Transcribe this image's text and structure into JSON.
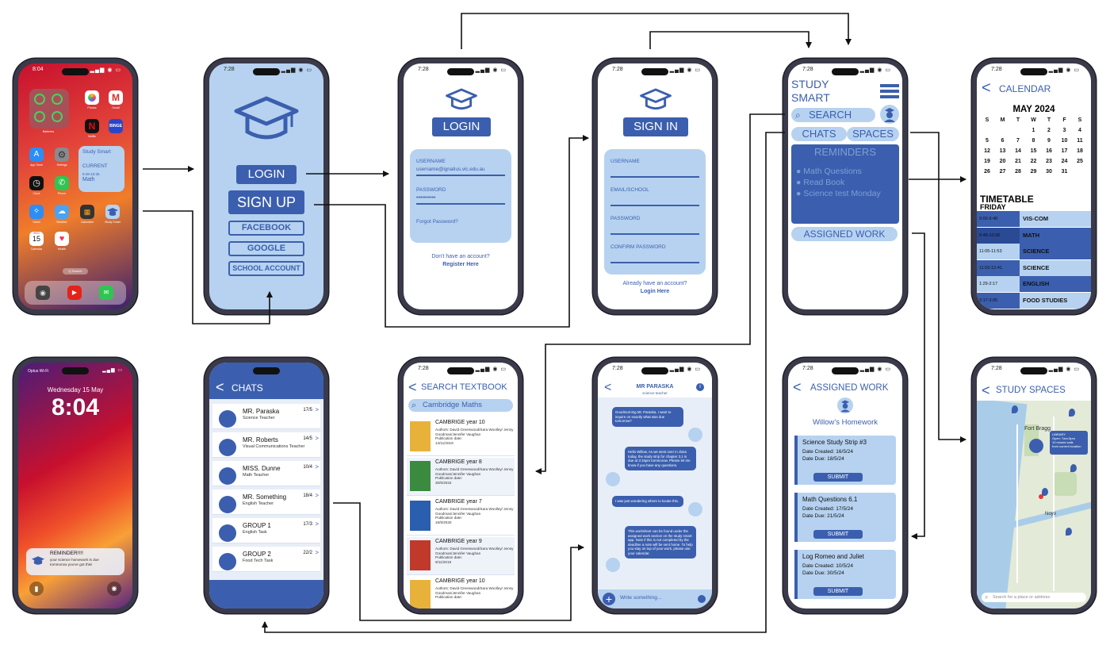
{
  "home": {
    "time": "8:04",
    "widget": {
      "title": "Study Smart",
      "current_label": "CURRENT",
      "current_time": "9:48-10:36",
      "current_subject": "Math"
    },
    "apps": [
      {
        "label": "Batteries",
        "icon": "batteries-icon",
        "color": "#9a4d55"
      },
      {
        "label": "Photos",
        "icon": "photos-icon",
        "color": "#ffffff"
      },
      {
        "label": "Gmail",
        "icon": "gmail-icon",
        "color": "#ffffff"
      },
      {
        "label": "Netflix",
        "icon": "netflix-icon",
        "color": "#111111"
      },
      {
        "label": "BINGE",
        "icon": "binge-icon",
        "color": "#2a46c8"
      },
      {
        "label": "App Store",
        "icon": "app-store-icon",
        "color": "#2b8df5"
      },
      {
        "label": "Settings",
        "icon": "settings-icon",
        "color": "#8a8a8f"
      },
      {
        "label": "Clock",
        "icon": "clock-icon",
        "color": "#111111"
      },
      {
        "label": "Phone",
        "icon": "phone-icon",
        "color": "#2fc552"
      },
      {
        "label": "Safari",
        "icon": "safari-icon",
        "color": "#2b8df5"
      },
      {
        "label": "Weather",
        "icon": "weather-icon",
        "color": "#4aa3f0"
      },
      {
        "label": "Calculator",
        "icon": "calculator-icon",
        "color": "#333333"
      },
      {
        "label": "Study Smart",
        "icon": "study-smart-icon",
        "color": "#b6d2f0"
      },
      {
        "label": "Calendar",
        "icon": "calendar-icon",
        "color": "#ffffff"
      },
      {
        "label": "Health",
        "icon": "health-icon",
        "color": "#ffffff"
      }
    ],
    "calendar_app": {
      "day": "WED",
      "date": "15"
    },
    "search": "Q Search"
  },
  "lock": {
    "carrier": "Optus Wi-Fi",
    "date": "Wednesday 15 May",
    "time": "8:04",
    "notification": {
      "title": "REMINDER!!!!",
      "body": "your science homework is due tommorow you've got this!"
    }
  },
  "welcome": {
    "time": "7:28",
    "login": "LOGIN",
    "signup": "SIGN UP",
    "facebook": "FACEBOOK",
    "google": "GOOGLE",
    "school": "SCHOOL ACCOUNT"
  },
  "login": {
    "time": "7:28",
    "title": "LOGIN",
    "username_label": "USERNAME",
    "username_value": "username@ignatius.vic.edu.au",
    "password_label": "PASSWORD",
    "password_value": "••••••••••",
    "forgot": "Forgot Password?",
    "no_account": "Don't have an account?",
    "register": "Register Here"
  },
  "signin": {
    "time": "7:28",
    "title": "SIGN IN",
    "fields": [
      "USERNAME",
      "EMAIL/SCHOOL",
      "PASSWORD",
      "CONFIRM PASSWORD"
    ],
    "have_account": "Already have an account?",
    "login_here": "Login Here"
  },
  "dashboard": {
    "time": "7:28",
    "title_line1": "STUDY",
    "title_line2": "SMART",
    "search": "SEARCH",
    "chats": "CHATS",
    "spaces": "SPACES",
    "reminders_title": "REMINDERS",
    "reminders": [
      "Math Questions",
      "Read Book",
      "Science test Monday"
    ],
    "assigned_work": "ASSIGNED WORK"
  },
  "calendar": {
    "time": "7:28",
    "header": "CALENDAR",
    "month": "MAY 2024",
    "weekdays": [
      "S",
      "M",
      "T",
      "W",
      "T",
      "F",
      "S"
    ],
    "days": [
      [
        "",
        "",
        "",
        "1",
        "2",
        "3",
        "4"
      ],
      [
        "5",
        "6",
        "7",
        "8",
        "9",
        "10",
        "11"
      ],
      [
        "12",
        "13",
        "14",
        "15",
        "16",
        "17",
        "18"
      ],
      [
        "19",
        "20",
        "21",
        "22",
        "23",
        "24",
        "25"
      ],
      [
        "26",
        "27",
        "28",
        "29",
        "30",
        "31",
        ""
      ]
    ],
    "timetable_title": "TIMETABLE",
    "timetable_day": "FRIDAY",
    "timetable": [
      {
        "time": "9:00-9:48",
        "subject": "VIS-COM"
      },
      {
        "time": "9:48-10:36",
        "subject": "MATH"
      },
      {
        "time": "11:05-11:53",
        "subject": "SCIENCE"
      },
      {
        "time": "11:53-12:41",
        "subject": "SCIENCE"
      },
      {
        "time": "1:29-2:17",
        "subject": "ENGLISH"
      },
      {
        "time": "2:17-3:05",
        "subject": "FOOD STUDIES"
      }
    ]
  },
  "chats": {
    "header": "CHATS",
    "items": [
      {
        "name": "MR. Paraska",
        "role": "Science Teacher",
        "date": "17/5"
      },
      {
        "name": "MR. Roberts",
        "role": "Visual Communications Teacher",
        "date": "14/5"
      },
      {
        "name": "MISS. Dunne",
        "role": "Math Teacher",
        "date": "10/4"
      },
      {
        "name": "MR. Something",
        "role": "English Teacher",
        "date": "18/4"
      },
      {
        "name": "GROUP 1",
        "role": "English Task",
        "date": "17/3"
      },
      {
        "name": "GROUP 2",
        "role": "Food Tech Task",
        "date": "22/2"
      }
    ]
  },
  "textbook": {
    "time": "7:28",
    "header": "SEARCH TEXTBOOK",
    "query": "Cambridge Maths",
    "books": [
      {
        "title": "CAMBRIGE year 10",
        "authors": "Authors: David Greenwood/Sara Woolley/ Jenny Goodman/Jennifer Vaughan",
        "pub_label": "Publication date:",
        "pub": "14/11/2019",
        "color": "#e8b23a"
      },
      {
        "title": "CAMBRIGE year 8",
        "authors": "Authors: David Greenwood/Sara Woolley/ Jenny Goodman/Jennifer Vaughan",
        "pub_label": "Publication date:",
        "pub": "30/5/2022",
        "color": "#3a8a3f"
      },
      {
        "title": "CAMBRIGE year 7",
        "authors": "Authors: David Greenwood/Sara Woolley/ Jenny Goodman/Jennifer Vaughan",
        "pub_label": "Publication date:",
        "pub": "16/9/2020",
        "color": "#2a5fb0"
      },
      {
        "title": "CAMBRIGE year 9",
        "authors": "Authors: David Greenwood/Sara Woolley/ Jenny Goodman/Jennifer Vaughan",
        "pub_label": "Publication date:",
        "pub": "9/11/2019",
        "color": "#c0392b"
      },
      {
        "title": "CAMBRIGE year 10",
        "authors": "Authors: David Greenwood/Sara Woolley/ Jenny Goodman/Jennifer Vaughan",
        "pub_label": "Publication date:",
        "pub": "",
        "color": "#e8b23a"
      }
    ]
  },
  "chat": {
    "time": "7:28",
    "name": "MR PARASKA",
    "role": "science teacher",
    "messages": [
      {
        "from": "me",
        "text": "Goodmorning Mr. Paraska, I want to inquire on exactly what was due tomorrow?"
      },
      {
        "from": "them",
        "text": "Hello Willow, As we went over in class today, the study strip for chapter 3.1 is due at 3:15pm tommorow. Please let me know if you have any questions."
      },
      {
        "from": "me",
        "text": "I was just wondering where to locate this."
      },
      {
        "from": "them",
        "text": "This worksheet can be found under the assigned work section on the study smart app. Note if this is not completed by the deadline a note will be sent home. To help you stay on top of your work, please use your calendar."
      }
    ],
    "input_placeholder": "Write something..."
  },
  "assigned": {
    "time": "7:28",
    "header": "ASSIGNED WORK",
    "owner": "Willow's Homework",
    "created_label": "Date Created:",
    "due_label": "Date Due:",
    "submit": "SUBMIT",
    "items": [
      {
        "title": "Science Study Strip #3",
        "created": "16/5/24",
        "due": "18/5/24"
      },
      {
        "title": "Math Questions 6.1",
        "created": "17/5/24",
        "due": "21/5/24"
      },
      {
        "title": "Log Romeo and Juliet",
        "created": "10/5/24",
        "due": "30/5/24"
      }
    ]
  },
  "spaces": {
    "time": "7:28",
    "header": "STUDY SPACES",
    "town": "Fort Bragg",
    "town2": "Noyo",
    "callout_title": "LIBRARY",
    "callout_line1": "Open: 7am-5pm",
    "callout_line2": "10 minute walk",
    "callout_line3": "from current location",
    "search_placeholder": "Search for a place or address"
  },
  "colors": {
    "primary": "#3b5fae",
    "light": "#b6d2f0",
    "dark": "#2a4a96"
  }
}
